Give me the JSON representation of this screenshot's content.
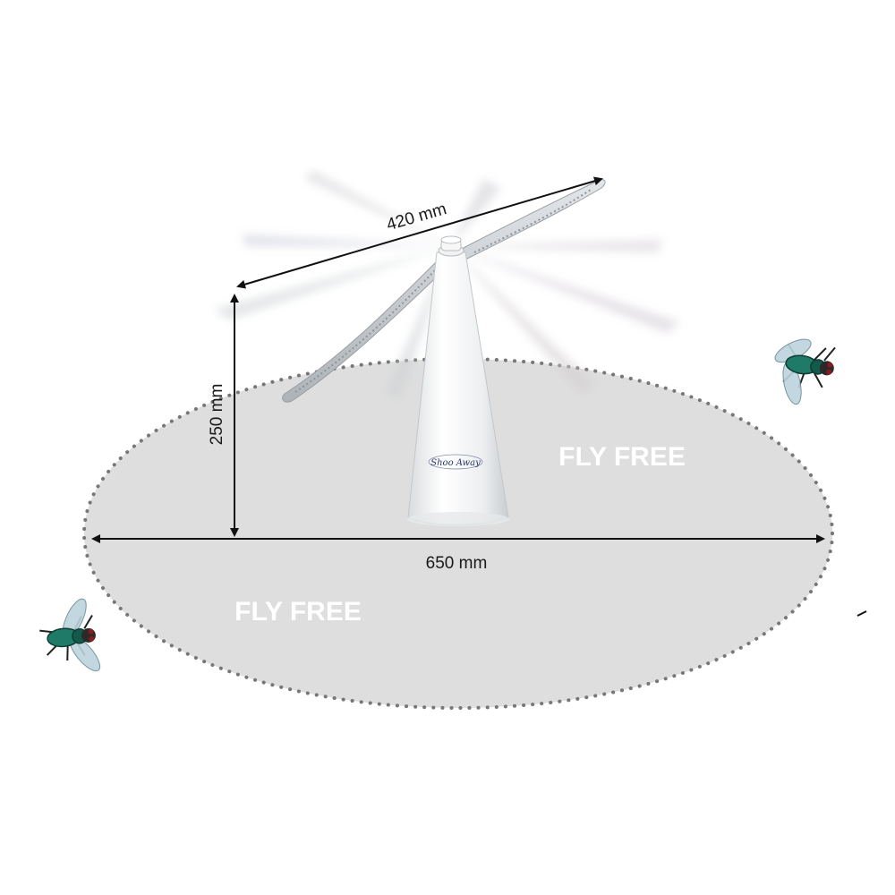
{
  "labels": {
    "width_dimension": "420 mm",
    "height_dimension": "250 mm",
    "base_dimension": "650 mm",
    "zone_label_right": "FLY FREE",
    "zone_label_left": "FLY FREE",
    "brand_mark": "Shoo Away"
  },
  "colors": {
    "zone_fill": "#dedede",
    "zone_dots": "#777777",
    "blade": "#c4c8cc",
    "cone": "#f6f6f6",
    "arrow": "#111111",
    "fly_body": "#1f7a68",
    "fly_wing": "#bcd3dd"
  },
  "icons": [
    "fly-icon",
    "fly-icon"
  ]
}
